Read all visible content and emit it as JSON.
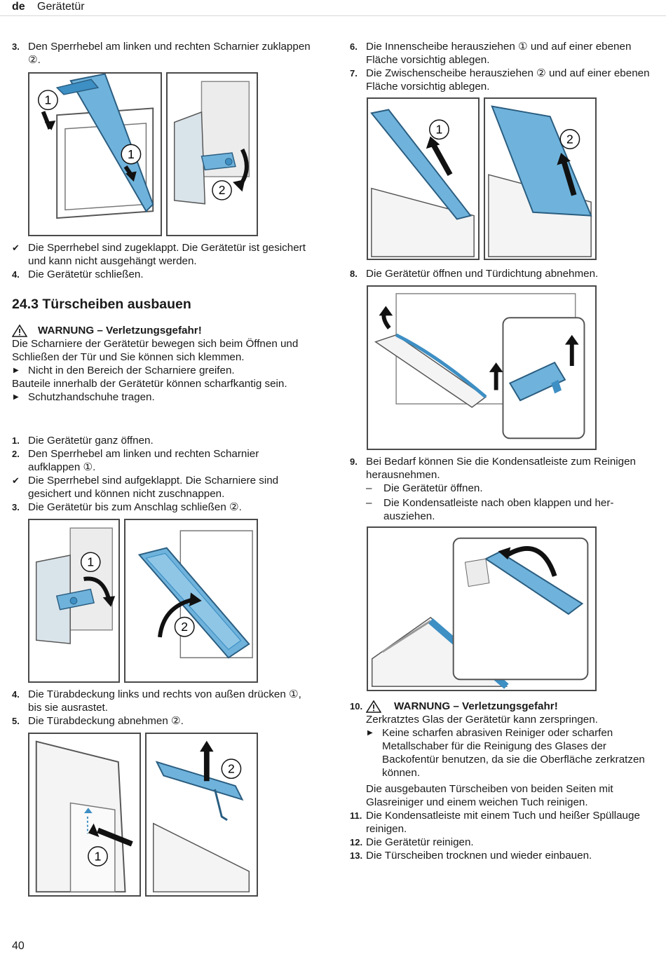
{
  "header": {
    "lang": "de",
    "title": "Gerätetür"
  },
  "page_number": "40",
  "left": {
    "s3a_num": "3.",
    "s3a_text": "Den Sperrhebel am linken und rechten Scharnier zu­klappen ②.",
    "check1": "Die Sperrhebel sind zugeklappt. Die Gerätetür ist gesichert und kann nicht ausgehängt werden.",
    "s4a_num": "4.",
    "s4a_text": "Die Gerätetür schließen.",
    "heading": "24.3 Türscheiben ausbauen",
    "warning_title": "WARNUNG – Verletzungsgefahr!",
    "warning_text1": "Die Scharniere der Gerätetür bewegen sich beim Öff­nen und Schließen der Tür und Sie können sich klem­men.",
    "warning_action1": "Nicht in den Bereich der Scharniere greifen.",
    "warning_text2": "Bauteile innerhalb der Gerätetür können scharfkantig sein.",
    "warning_action2": "Schutzhandschuhe tragen.",
    "s1_num": "1.",
    "s1_text": "Die Gerätetür ganz öffnen.",
    "s2_num": "2.",
    "s2_text": "Den Sperrhebel am linken und rechten Scharnier aufklappen ①.",
    "check2": "Die Sperrhebel sind aufgeklappt. Die Scharniere sind gesichert und können nicht zuschnappen.",
    "s3b_num": "3.",
    "s3b_text": "Die Gerätetür bis zum Anschlag schließen ②.",
    "s4b_num": "4.",
    "s4b_text": "Die Türabdeckung links und rechts von außen drücken ①, bis sie ausrastet.",
    "s5_num": "5.",
    "s5_text": "Die Türabdeckung abnehmen ②."
  },
  "right": {
    "s6_num": "6.",
    "s6_text": "Die Innenscheibe herausziehen ① und auf einer ebenen Fläche vorsichtig ablegen.",
    "s7_num": "7.",
    "s7_text": "Die Zwischenscheibe herausziehen ② und auf einer ebenen Fläche vorsichtig ablegen.",
    "s8_num": "8.",
    "s8_text": "Die Gerätetür öffnen und Türdichtung abnehmen.",
    "s9_num": "9.",
    "s9_text": "Bei Bedarf können Sie die Kondensatleiste zum Rei­nigen herausnehmen.",
    "s9_sub1": "Die Gerätetür öffnen.",
    "s9_sub2": "Die Kondensatleiste nach oben klappen und her­ausziehen.",
    "s10_num": "10.",
    "s10_warning_title": "WARNUNG – Verletzungsgefahr!",
    "s10_text": "Zerkratztes Glas der Gerätetür kann zerspringen.",
    "s10_action": "Keine scharfen abrasiven Reiniger oder scharfen Metallschaber für die Reinigung des Glases der Backofentür benutzen, da sie die Oberfläche zer­kratzen können.",
    "s10_note": "Die ausgebauten Türscheiben von beiden Seiten mit Glasreiniger und einem weichen Tuch reinigen.",
    "s11_num": "11.",
    "s11_text": "Die Kondensatleiste mit einem Tuch und heißer Spüllauge reinigen.",
    "s12_num": "12.",
    "s12_text": "Die Gerätetür reinigen.",
    "s13_num": "13.",
    "s13_text": "Die Türscheiben trocknen und wieder einbauen."
  },
  "figure_labels": {
    "one": "1",
    "two": "2"
  },
  "icons": {
    "check": "check-icon",
    "action": "triangle-bullet-icon",
    "warning": "warning-icon"
  },
  "colors": {
    "glass": "#6fb3dc",
    "glass_dark": "#3d8fc4",
    "frame": "#4a4a4a"
  }
}
